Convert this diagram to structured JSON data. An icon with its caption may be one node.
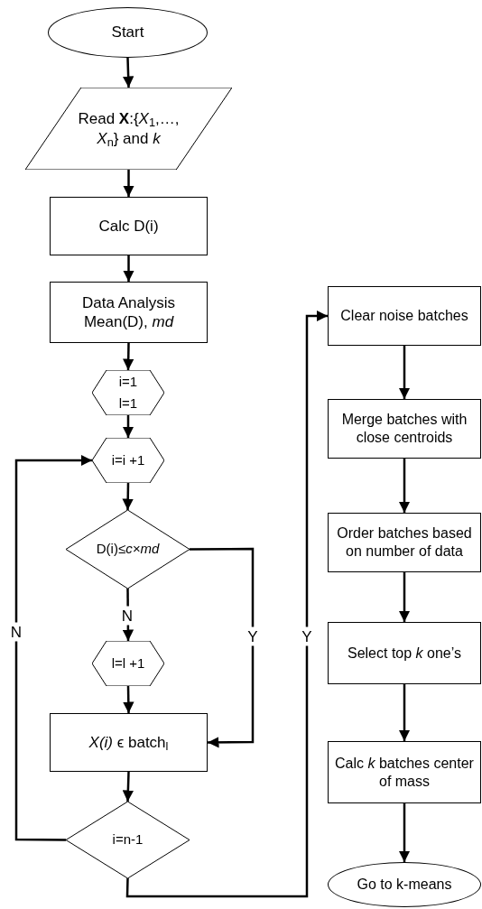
{
  "diagram": {
    "nodes": [
      {
        "text": [
          "Start"
        ]
      },
      {
        "text": [
          "Read **X**:{*X*$_{1}$,…, *X*$_{n}$} and *k*"
        ]
      },
      {
        "text": [
          "Calc D(i)"
        ]
      },
      {
        "text": [
          "Data Analysis Mean(D), *md*"
        ]
      },
      {
        "text": [
          "i=1",
          "l=1"
        ]
      },
      {
        "text": [
          "i=i +1"
        ]
      },
      {
        "text": [
          "D(i)≤*c×md*"
        ]
      },
      {
        "text": [
          "l=l +1"
        ]
      },
      {
        "text": [
          "*X(i)* ϵ batch$_{l}$"
        ]
      },
      {
        "text": [
          "i=n-1"
        ]
      },
      {
        "text": [
          "Clear noise batches"
        ]
      },
      {
        "text": [
          "Merge batches with close centroids"
        ]
      },
      {
        "text": [
          "Order batches based on number of data"
        ]
      },
      {
        "text": [
          "Select top *k* one’s"
        ]
      },
      {
        "text": [
          "Calc *k* batches center of mass"
        ]
      },
      {
        "text": [
          "Go to k-means"
        ]
      }
    ],
    "edges": [
      {
        "from": 0,
        "to": 1,
        "arrow": "to"
      },
      {
        "from": 1,
        "to": 2,
        "arrow": "to"
      },
      {
        "from": 2,
        "to": 3,
        "arrow": "to"
      },
      {
        "from": 3,
        "to": 4,
        "arrow": "to"
      },
      {
        "from": 4,
        "to": 5,
        "arrow": "to"
      },
      {
        "from": 5,
        "to": 6,
        "arrow": "to"
      },
      {
        "from": 6,
        "to": 7,
        "arrow": "to",
        "label": "N"
      },
      {
        "from": 6,
        "to": 8,
        "arrow": "to",
        "label": "Y"
      },
      {
        "from": 7,
        "to": 8,
        "arrow": "to"
      },
      {
        "from": 8,
        "to": 9,
        "arrow": "to"
      },
      {
        "from": 9,
        "to": 5,
        "arrow": "to",
        "label": "N"
      },
      {
        "from": 9,
        "to": 10,
        "arrow": "to",
        "label": "Y"
      },
      {
        "from": 10,
        "to": 11,
        "arrow": "to"
      },
      {
        "from": 11,
        "to": 12,
        "arrow": "to"
      },
      {
        "from": 12,
        "to": 13,
        "arrow": "to"
      },
      {
        "from": 13,
        "to": 14,
        "arrow": "to"
      },
      {
        "from": 14,
        "to": 15,
        "arrow": "to"
      }
    ]
  }
}
